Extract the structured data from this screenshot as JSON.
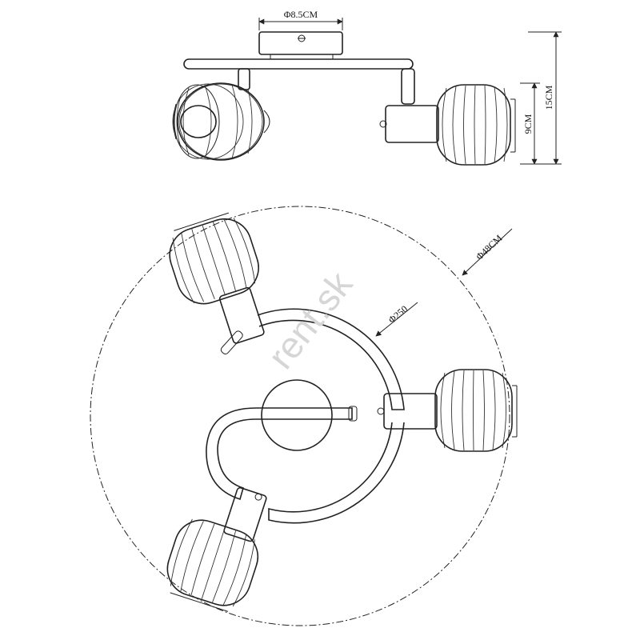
{
  "dimensions": {
    "canopy_diameter": "Φ8.5CM",
    "total_height": "15CM",
    "shade_height": "9CM",
    "spread_diameter": "Φ48CM",
    "ring_diameter": "Φ250"
  },
  "watermark": "rent.sk"
}
